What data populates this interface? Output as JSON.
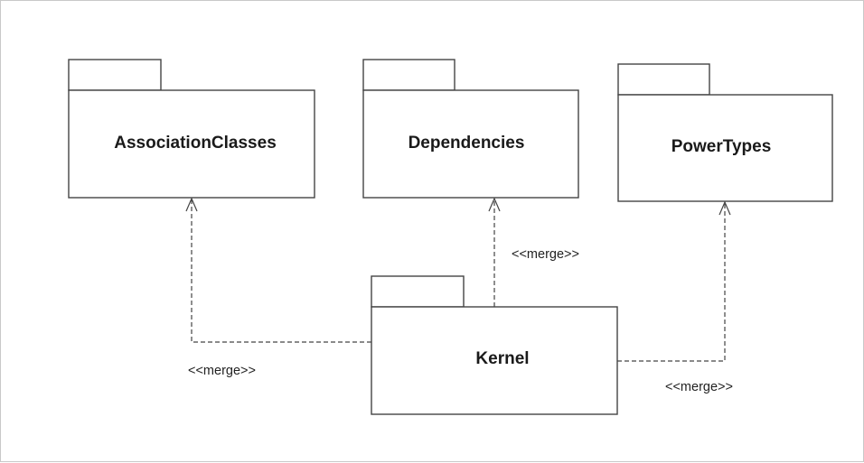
{
  "packages": {
    "association_classes": {
      "name": "AssociationClasses"
    },
    "dependencies": {
      "name": "Dependencies"
    },
    "power_types": {
      "name": "PowerTypes"
    },
    "kernel": {
      "name": "Kernel"
    }
  },
  "relationships": [
    {
      "from": "Kernel",
      "to": "AssociationClasses",
      "stereotype": "<<merge>>"
    },
    {
      "from": "Kernel",
      "to": "Dependencies",
      "stereotype": "<<merge>>"
    },
    {
      "from": "Kernel",
      "to": "PowerTypes",
      "stereotype": "<<merge>>"
    }
  ],
  "colors": {
    "line": "#444444",
    "background": "#ffffff",
    "frame": "#c9c9c9"
  }
}
